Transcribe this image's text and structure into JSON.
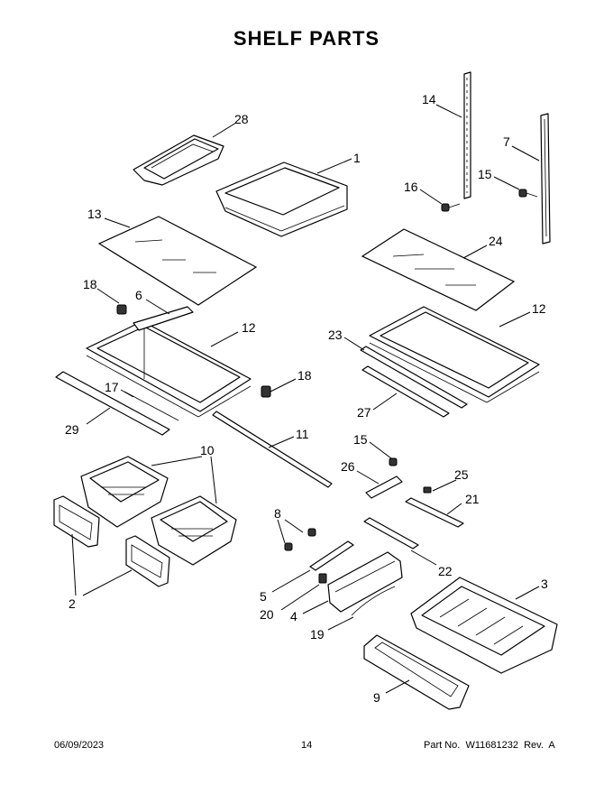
{
  "title": "SHELF PARTS",
  "footer": {
    "date": "06/09/2023",
    "page": "14",
    "part_no": "Part No.  W11681232  Rev.  A"
  },
  "callouts": [
    {
      "n": "28"
    },
    {
      "n": "1"
    },
    {
      "n": "14"
    },
    {
      "n": "7"
    },
    {
      "n": "16"
    },
    {
      "n": "15"
    },
    {
      "n": "13"
    },
    {
      "n": "24"
    },
    {
      "n": "18"
    },
    {
      "n": "6"
    },
    {
      "n": "12"
    },
    {
      "n": "12"
    },
    {
      "n": "23"
    },
    {
      "n": "18"
    },
    {
      "n": "17"
    },
    {
      "n": "27"
    },
    {
      "n": "29"
    },
    {
      "n": "11"
    },
    {
      "n": "15"
    },
    {
      "n": "10"
    },
    {
      "n": "26"
    },
    {
      "n": "25"
    },
    {
      "n": "21"
    },
    {
      "n": "8"
    },
    {
      "n": "22"
    },
    {
      "n": "3"
    },
    {
      "n": "5"
    },
    {
      "n": "20"
    },
    {
      "n": "4"
    },
    {
      "n": "2"
    },
    {
      "n": "19"
    },
    {
      "n": "9"
    }
  ]
}
